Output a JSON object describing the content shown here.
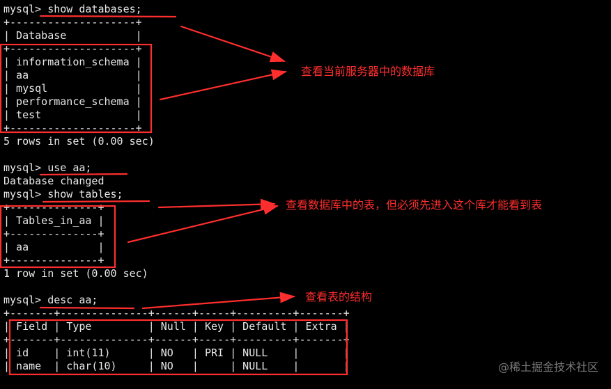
{
  "colors": {
    "background": "#000000",
    "terminal_text": "#e8e8e8",
    "annotation": "#ff2e2e",
    "watermark": "#7a7a7a"
  },
  "terminal": {
    "lines": [
      "mysql> show databases;",
      "+--------------------+",
      "| Database           |",
      "+--------------------+",
      "| information_schema |",
      "| aa                 |",
      "| mysql              |",
      "| performance_schema |",
      "| test               |",
      "+--------------------+",
      "5 rows in set (0.00 sec)",
      "",
      "mysql> use aa;",
      "Database changed",
      "mysql> show tables;",
      "+--------------+",
      "| Tables_in_aa |",
      "+--------------+",
      "| aa           |",
      "+--------------+",
      "1 row in set (0.00 sec)",
      "",
      "mysql> desc aa;",
      "+-------+--------------+------+-----+---------+-------+",
      "| Field | Type         | Null | Key | Default | Extra |",
      "+-------+--------------+------+-----+---------+-------+",
      "| id    | int(11)      | NO   | PRI | NULL    |       |",
      "| name  | char(10)     | NO   |     | NULL    |       |"
    ]
  },
  "annotations": {
    "show_databases": "查看当前服务器中的数据库",
    "show_tables": "查看数据库中的表，但必须先进入这个库才能看到表",
    "desc_table": "查看表的结构"
  },
  "watermark": "@稀土掘金技术社区"
}
